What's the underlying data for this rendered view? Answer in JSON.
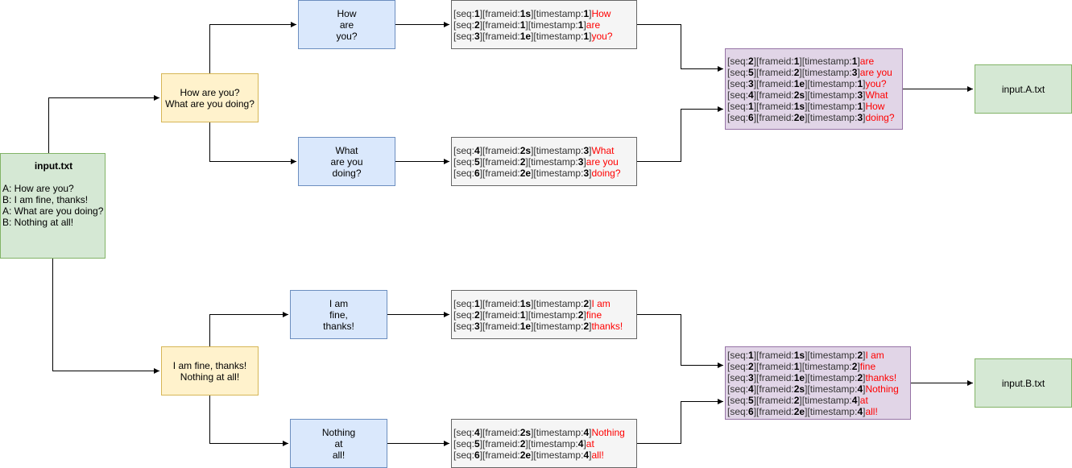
{
  "input": {
    "title": "input.txt",
    "lines": "A: How are you?\nB: I am fine, thanks!\nA: What are you doing?\nB: Nothing at all!"
  },
  "turns": {
    "a": "How are you?\nWhat are you doing?",
    "b": "I am fine, thanks!\nNothing at all!"
  },
  "sentences": {
    "a1": "How\nare\nyou?",
    "a2": "What\nare you\ndoing?",
    "b1": "I am\nfine,\nthanks!",
    "b2": "Nothing\nat\nall!"
  },
  "records": {
    "a1": [
      {
        "seq": "1",
        "frameid": "1s",
        "timestamp": "1",
        "word": "How"
      },
      {
        "seq": "2",
        "frameid": "1",
        "timestamp": "1",
        "word": "are"
      },
      {
        "seq": "3",
        "frameid": "1e",
        "timestamp": "1",
        "word": "you?"
      }
    ],
    "a2": [
      {
        "seq": "4",
        "frameid": "2s",
        "timestamp": "3",
        "word": "What"
      },
      {
        "seq": "5",
        "frameid": "2",
        "timestamp": "3",
        "word": "are you"
      },
      {
        "seq": "6",
        "frameid": "2e",
        "timestamp": "3",
        "word": "doing?"
      }
    ],
    "b1": [
      {
        "seq": "1",
        "frameid": "1s",
        "timestamp": "2",
        "word": "I am"
      },
      {
        "seq": "2",
        "frameid": "1",
        "timestamp": "2",
        "word": "fine"
      },
      {
        "seq": "3",
        "frameid": "1e",
        "timestamp": "2",
        "word": "thanks!"
      }
    ],
    "b2": [
      {
        "seq": "4",
        "frameid": "2s",
        "timestamp": "4",
        "word": "Nothing"
      },
      {
        "seq": "5",
        "frameid": "2",
        "timestamp": "4",
        "word": "at"
      },
      {
        "seq": "6",
        "frameid": "2e",
        "timestamp": "4",
        "word": "all!"
      }
    ],
    "a_merged": [
      {
        "seq": "2",
        "frameid": "1",
        "timestamp": "1",
        "word": "are"
      },
      {
        "seq": "5",
        "frameid": "2",
        "timestamp": "3",
        "word": "are you"
      },
      {
        "seq": "3",
        "frameid": "1e",
        "timestamp": "1",
        "word": "you?"
      },
      {
        "seq": "4",
        "frameid": "2s",
        "timestamp": "3",
        "word": "What"
      },
      {
        "seq": "1",
        "frameid": "1s",
        "timestamp": "1",
        "word": "How"
      },
      {
        "seq": "6",
        "frameid": "2e",
        "timestamp": "3",
        "word": "doing?"
      }
    ],
    "b_merged": [
      {
        "seq": "1",
        "frameid": "1s",
        "timestamp": "2",
        "word": "I am"
      },
      {
        "seq": "2",
        "frameid": "1",
        "timestamp": "2",
        "word": "fine"
      },
      {
        "seq": "3",
        "frameid": "1e",
        "timestamp": "2",
        "word": "thanks!"
      },
      {
        "seq": "4",
        "frameid": "2s",
        "timestamp": "4",
        "word": "Nothing"
      },
      {
        "seq": "5",
        "frameid": "2",
        "timestamp": "4",
        "word": "at"
      },
      {
        "seq": "6",
        "frameid": "2e",
        "timestamp": "4",
        "word": "all!"
      }
    ]
  },
  "outputs": {
    "a": "input.A.txt",
    "b": "input.B.txt"
  },
  "colors": {
    "green_fill": "#d5e8d4",
    "yellow_fill": "#fff2cc",
    "blue_fill": "#dae8fc",
    "gray_fill": "#f5f5f5",
    "purple_fill": "#e1d5e7",
    "word_highlight": "#ff0000"
  }
}
